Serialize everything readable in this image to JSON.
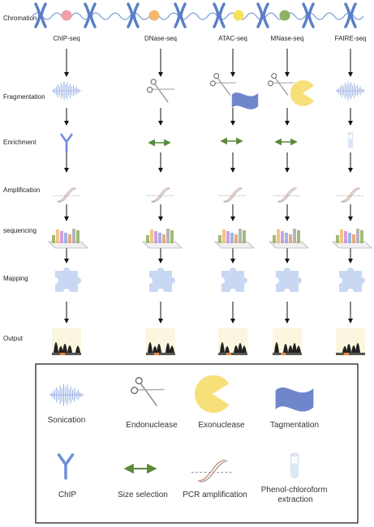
{
  "stages": [
    {
      "id": "chromation",
      "label": "Chromation"
    },
    {
      "id": "fragmentation",
      "label": "Fragmentation"
    },
    {
      "id": "enrichment",
      "label": "Enrichment"
    },
    {
      "id": "amplification",
      "label": "Amplification"
    },
    {
      "id": "sequencing",
      "label": "sequencing"
    },
    {
      "id": "mapping",
      "label": "Mapping"
    },
    {
      "id": "output",
      "label": "Output"
    }
  ],
  "methods": [
    {
      "id": "chip-seq",
      "label": "ChIP-seq",
      "fragmentation": "sonication",
      "enrichment": "chip"
    },
    {
      "id": "dnase-seq",
      "label": "DNase-seq",
      "fragmentation": "endonuclease",
      "enrichment": "size-selection"
    },
    {
      "id": "atac-seq",
      "label": "ATAC-seq",
      "fragmentation": "endonuclease+tagmentation",
      "enrichment": "size-selection"
    },
    {
      "id": "mnase-seq",
      "label": "MNase-seq",
      "fragmentation": "endonuclease+exonuclease",
      "enrichment": "size-selection"
    },
    {
      "id": "faire-seq",
      "label": "FAIRE-seq",
      "fragmentation": "sonication",
      "enrichment": "phenol-chloroform"
    }
  ],
  "legend": [
    {
      "id": "sonication",
      "label": "Sonication"
    },
    {
      "id": "endonuclease",
      "label": "Endonuclease"
    },
    {
      "id": "exonuclease",
      "label": "Exonuclease"
    },
    {
      "id": "tagmentation",
      "label": "Tagmentation"
    },
    {
      "id": "chip",
      "label": "ChIP"
    },
    {
      "id": "size-selection",
      "label": "Size selection"
    },
    {
      "id": "pcr-amplification",
      "label": "PCR amplification"
    },
    {
      "id": "phenol-chloroform",
      "label": [
        "Phenol-chloroform",
        "extraction"
      ]
    }
  ],
  "colors": {
    "chromosome": "#5b7fc7",
    "dna": "#7da0d8",
    "chip_marker": "#f0a0a8",
    "dnase_marker": "#f2b870",
    "atac_marker": "#f5e25a",
    "mnase_marker": "#8fb060",
    "sonication": "#8fa8e0",
    "antibody": "#6f8fd8",
    "size_arrow": "#5a8a3a",
    "exonuclease": "#f7e07a",
    "tagmentation": "#6f86cc",
    "puzzle": "#c9d8f2",
    "output_bg": "#fbf6df",
    "peak": "#222222",
    "tube": "#dce7f7"
  }
}
